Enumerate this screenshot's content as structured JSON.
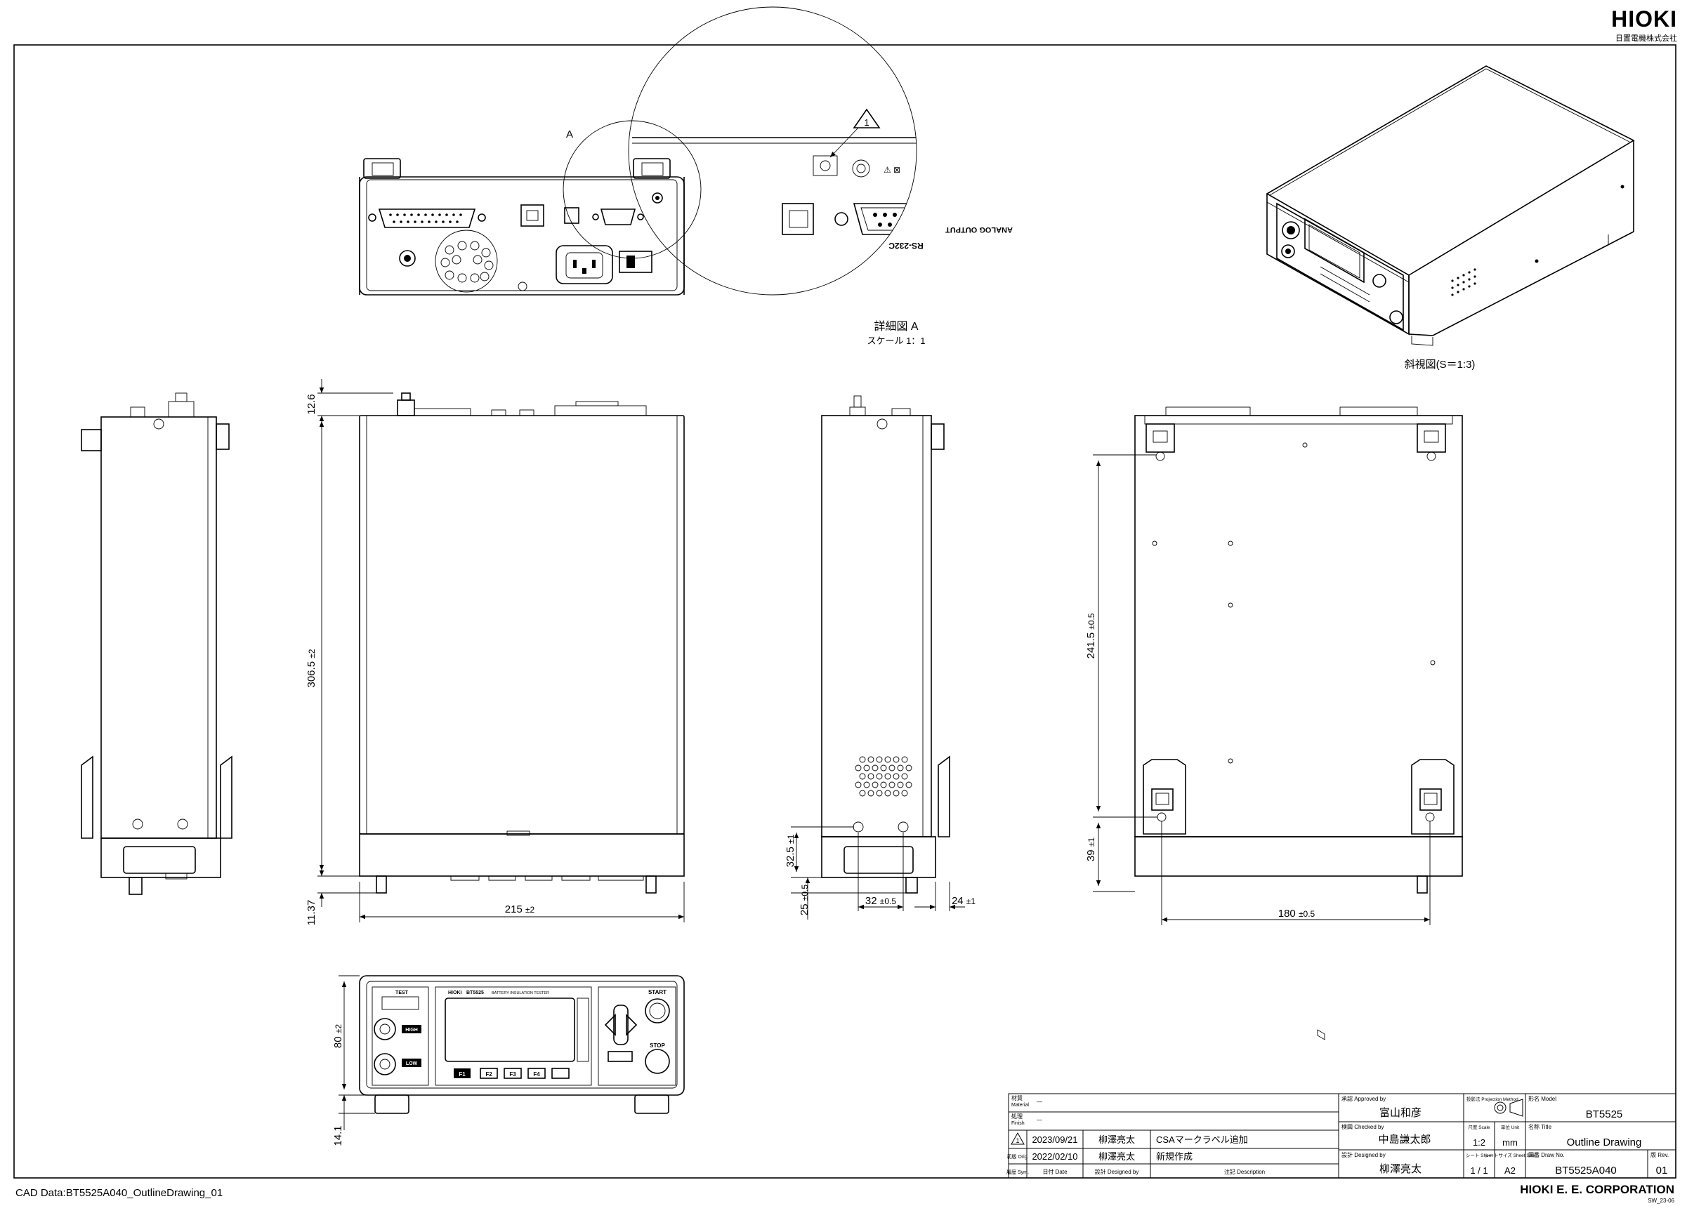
{
  "brand": {
    "logo": "HIOKI",
    "company_ja": "日置電機株式会社",
    "corporation": "HIOKI E. E. CORPORATION",
    "form_code": "SW_23-06"
  },
  "cad_data": "CAD Data:BT5525A040_OutlineDrawing_01",
  "views": {
    "detail_marker": "A",
    "detail_caption": "詳細図 A",
    "detail_scale": "スケール 1：1",
    "revision_mark": "1",
    "iso_caption": "斜視図(S＝1:3)",
    "panel_labels": {
      "rs232c": "RS-232C",
      "analog_output": "ANALOG OUTPUT",
      "test": "TEST",
      "high": "HIGH",
      "low": "LOW",
      "start": "START",
      "stop": "STOP",
      "f1": "F1",
      "f2": "F2",
      "f3": "F3",
      "f4": "F4",
      "front_logo": "HIOKI",
      "front_model": "BT5525",
      "front_product": "BATTERY INSULATION TESTER"
    }
  },
  "dimensions": {
    "top_offset": "12.6",
    "height_side": "306.5",
    "height_side_tol": "±2",
    "bottom_offset": "11.37",
    "width_side": "215",
    "width_side_tol": "±2",
    "rear_32_5": "32.5",
    "rear_32_5_tol": "±1",
    "rear_25": "25",
    "rear_25_tol": "±0.5",
    "rear_32": "32",
    "rear_32_tol": "±0.5",
    "rear_24": "24",
    "rear_24_tol": "±1",
    "bottom_241_5": "241.5",
    "bottom_241_5_tol": "±0.5",
    "bottom_39": "39",
    "bottom_39_tol": "±1",
    "bottom_180": "180",
    "bottom_180_tol": "±0.5",
    "front_80": "80",
    "front_80_tol": "±2",
    "front_14_1": "14.1"
  },
  "title_block": {
    "material_label_ja": "材質",
    "material_label_en": "Material",
    "material_value": "—",
    "finish_label_ja": "処理",
    "finish_label_en": "Finish",
    "finish_value": "—",
    "revisions": [
      {
        "mark": "1",
        "date": "2023/09/21",
        "designer": "柳澤亮太",
        "description": "CSAマークラベル追加"
      },
      {
        "mark": "初版 Orig.",
        "date": "2022/02/10",
        "designer": "柳澤亮太",
        "description": "新規作成"
      }
    ],
    "history_label": "履歴 Sym.",
    "col_date": "日付 Date",
    "col_designer": "設計 Designed by",
    "col_description": "注記 Description",
    "approved_label": "承認 Approved by",
    "approved_by": "富山和彦",
    "checked_label": "検図 Checked by",
    "checked_by": "中島謙太郎",
    "designed_label": "設計 Designed by",
    "designed_by": "柳澤亮太",
    "projection_label": "投影法 Projection Method",
    "scale_label": "尺度 Scale",
    "scale_value": "1:2",
    "unit_label": "単位 Unit",
    "unit_value": "mm",
    "sheet_label": "シート Sheet",
    "sheet_value": "1 / 1",
    "sheet_size_label": "シートサイズ Sheet Size",
    "sheet_size_value": "A2",
    "model_label": "形名 Model",
    "model_value": "BT5525",
    "title_label": "名称 Title",
    "title_value": "Outline Drawing",
    "drawing_no_label": "図番 Draw No.",
    "drawing_no_value": "BT5525A040",
    "rev_label": "版 Rev.",
    "rev_value": "01"
  }
}
